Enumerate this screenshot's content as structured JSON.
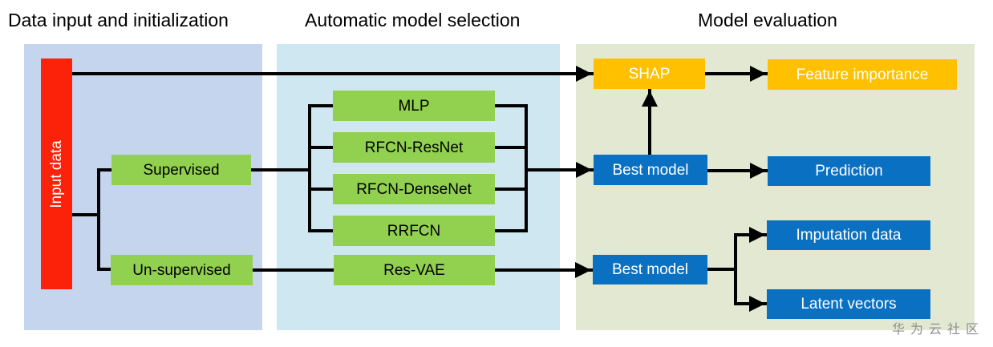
{
  "sections": [
    {
      "title": "Data input and initialization"
    },
    {
      "title": "Automatic model selection"
    },
    {
      "title": "Model evaluation"
    }
  ],
  "nodes": {
    "input_data": "Input data",
    "supervised": "Supervised",
    "unsupervised": "Un-supervised",
    "mlp": "MLP",
    "rfcn_resnet": "RFCN-ResNet",
    "rfcn_densenet": "RFCN-DenseNet",
    "rrfcn": "RRFCN",
    "res_vae": "Res-VAE",
    "shap": "SHAP",
    "feature_importance": "Feature importance",
    "best_model_supervised": "Best model",
    "prediction": "Prediction",
    "best_model_unsupervised": "Best model",
    "imputation_data": "Imputation data",
    "latent_vectors": "Latent vectors"
  },
  "edges": [
    "input_data -> shap",
    "input_data -> supervised",
    "input_data -> unsupervised",
    "supervised -> mlp",
    "supervised -> rfcn_resnet",
    "supervised -> rfcn_densenet",
    "supervised -> rrfcn",
    "mlp -> best_model_supervised",
    "rfcn_resnet -> best_model_supervised",
    "rfcn_densenet -> best_model_supervised",
    "rrfcn -> best_model_supervised",
    "unsupervised -> res_vae",
    "res_vae -> best_model_unsupervised",
    "best_model_supervised -> shap",
    "shap -> feature_importance",
    "best_model_supervised -> prediction",
    "best_model_unsupervised -> imputation_data",
    "best_model_unsupervised -> latent_vectors"
  ],
  "watermark": "华为云社区",
  "colors": {
    "panel_input_bg": "#c5d5ee",
    "panel_selection_bg": "#cfe7f0",
    "panel_evaluation_bg": "#e3e8d3",
    "node_green": "#92d050",
    "node_blue": "#0a70c2",
    "node_orange": "#ffc000",
    "node_red": "#fb2209",
    "connector": "#000000",
    "watermark_gray": "#8f8f8f"
  }
}
